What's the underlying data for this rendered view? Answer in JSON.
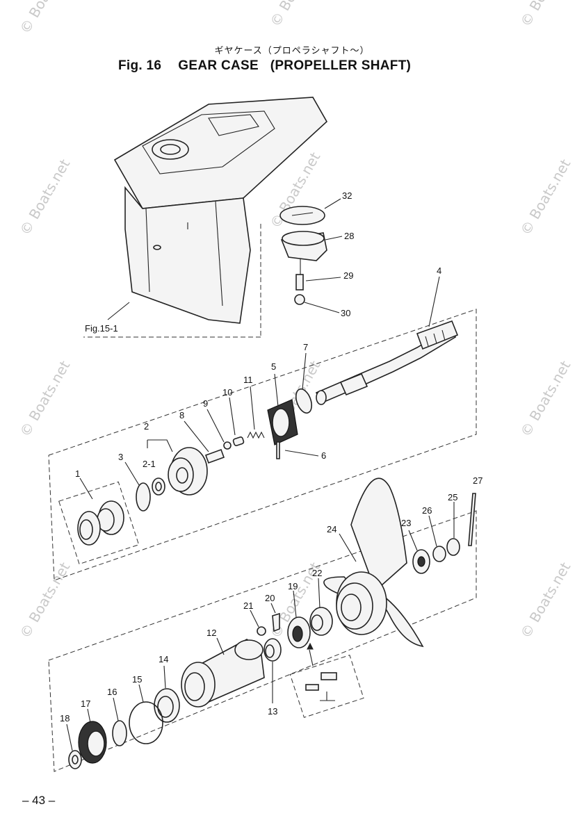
{
  "header": {
    "subtitle_jp": "ギヤケース（プロペラシャフト～）",
    "fig_label": "Fig. 16",
    "title": "GEAR CASE   (PROPELLER SHAFT)"
  },
  "reference_label": "Fig.15-1",
  "watermark": "© Boats.net",
  "page_number": "– 43 –",
  "callouts": {
    "p1": "1",
    "p2": "2",
    "p2_1": "2-1",
    "p3": "3",
    "p4": "4",
    "p5": "5",
    "p6": "6",
    "p7": "7",
    "p8": "8",
    "p9": "9",
    "p10": "10",
    "p11": "11",
    "p12": "12",
    "p13": "13",
    "p14": "14",
    "p15": "15",
    "p16": "16",
    "p17": "17",
    "p18": "18",
    "p19": "19",
    "p20": "20",
    "p21": "21",
    "p22": "22",
    "p23": "23",
    "p24": "24",
    "p25": "25",
    "p26": "26",
    "p27": "27",
    "p28": "28",
    "p29": "29",
    "p30": "30",
    "p32": "32"
  }
}
